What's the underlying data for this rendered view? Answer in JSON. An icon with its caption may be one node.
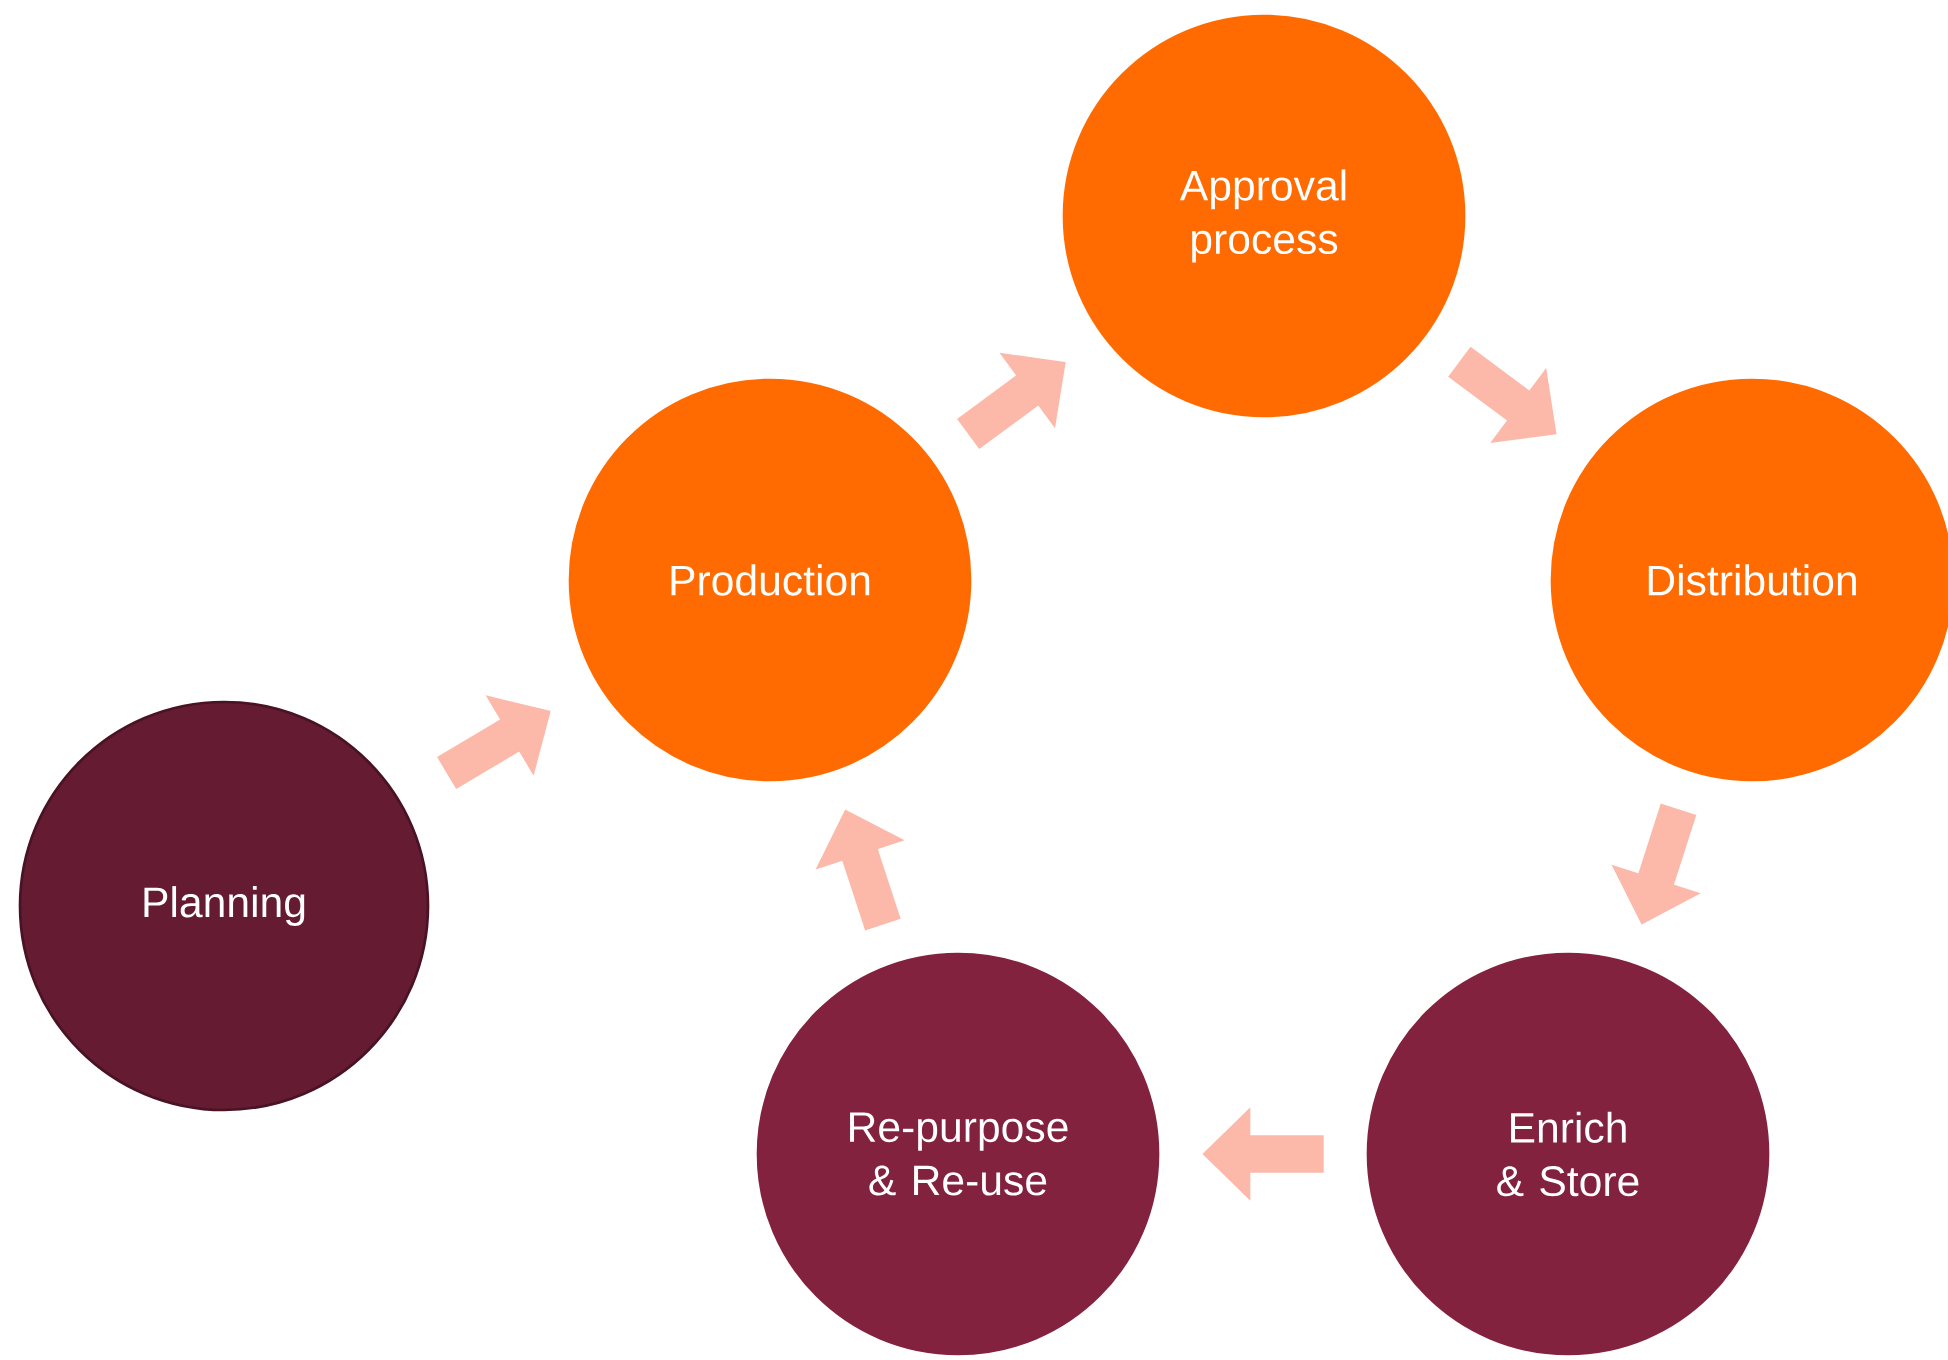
{
  "diagram": {
    "nodes": [
      {
        "text": [
          "Planning"
        ]
      },
      {
        "text": [
          "Production"
        ]
      },
      {
        "text": [
          "Approval process"
        ]
      },
      {
        "text": [
          "Distribution"
        ]
      },
      {
        "text": [
          "Enrich & Store"
        ]
      },
      {
        "text": [
          "Re-purpose & Re-use"
        ]
      }
    ],
    "edges": [
      {
        "from": 0,
        "to": 1,
        "arrow": "to"
      },
      {
        "from": 1,
        "to": 2,
        "arrow": "to"
      },
      {
        "from": 2,
        "to": 3,
        "arrow": "to"
      },
      {
        "from": 3,
        "to": 4,
        "arrow": "to"
      },
      {
        "from": 4,
        "to": 5,
        "arrow": "to"
      },
      {
        "from": 5,
        "to": 1,
        "arrow": "to"
      }
    ]
  }
}
